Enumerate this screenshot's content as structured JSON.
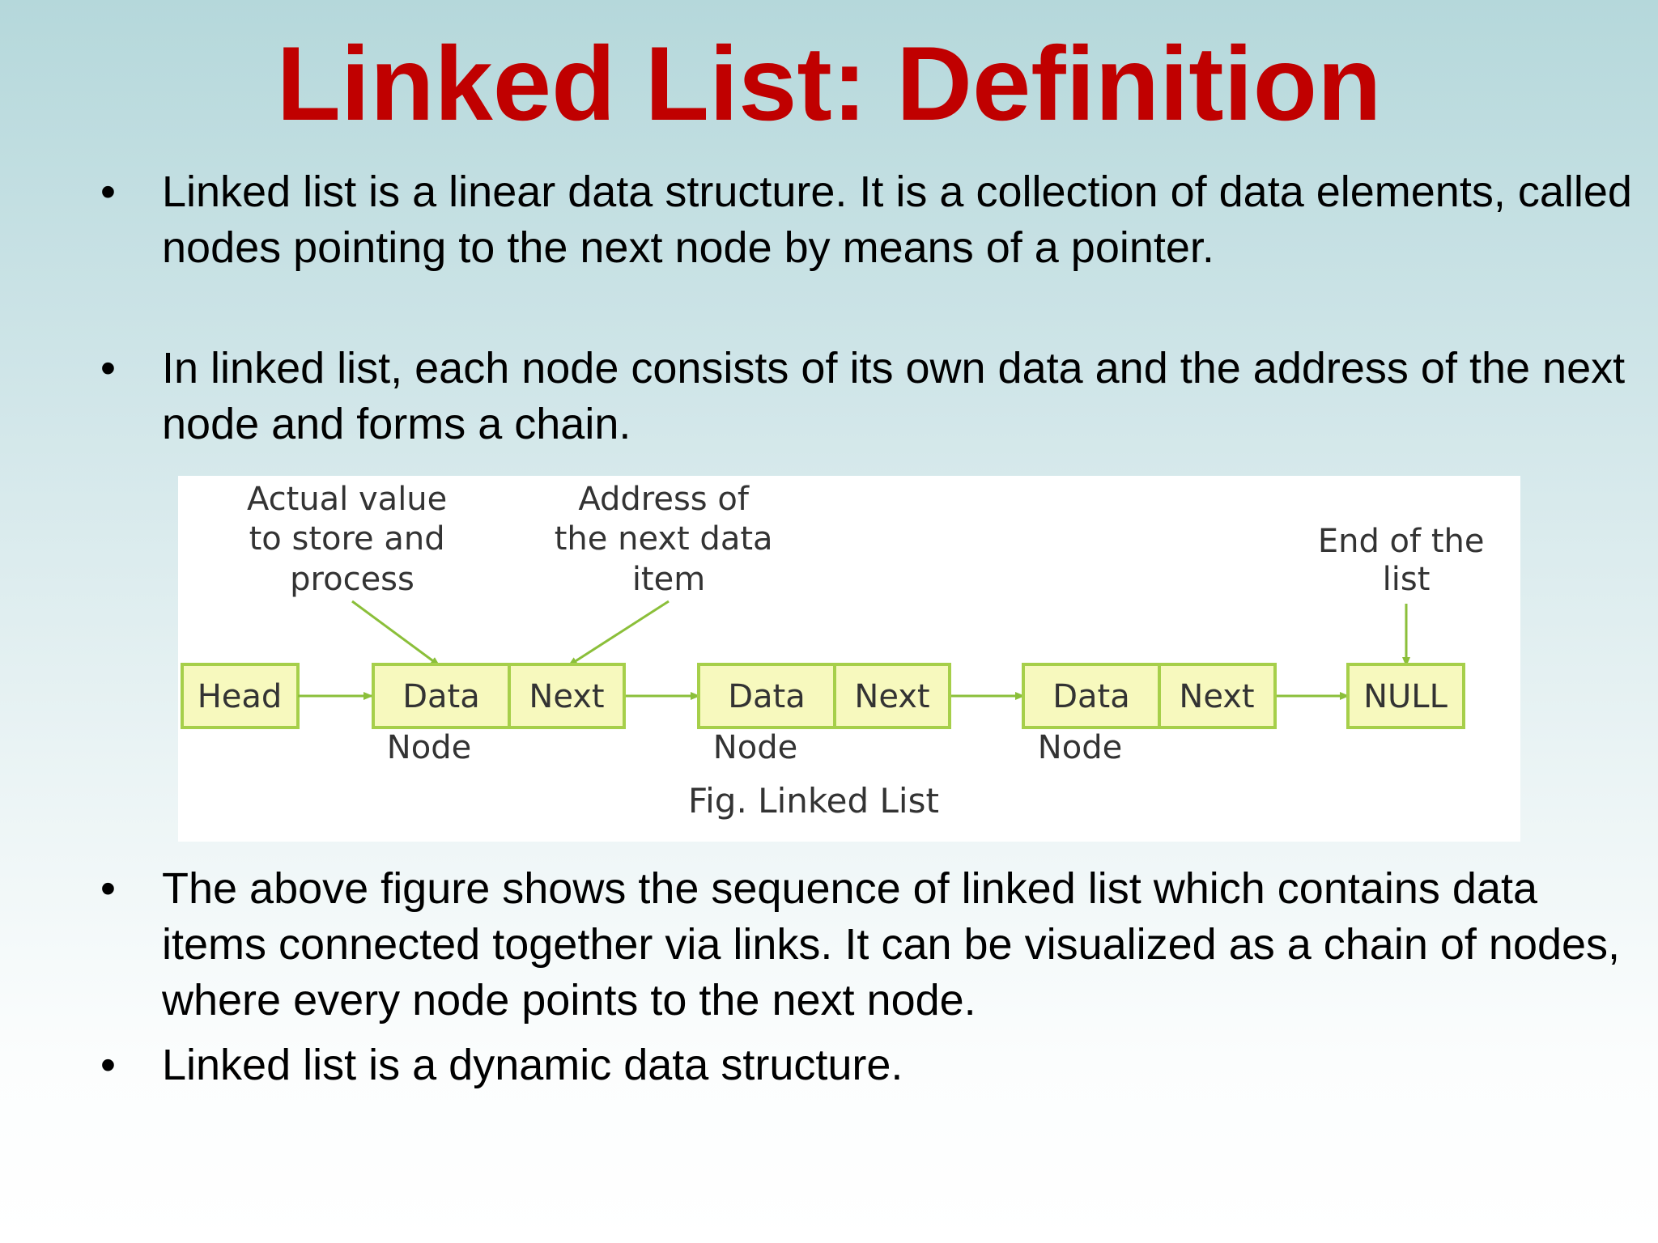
{
  "slide": {
    "title": "Linked List: Definition",
    "bullet_symbol": "•",
    "bullets": [
      "Linked list is a linear data structure. It is a collection of data elements, called nodes pointing to the next node by means of a pointer.",
      "In linked list, each node consists of its own data and the address of the next node and forms a chain.",
      "The above figure shows the sequence of linked list which contains data items connected together via links. It can be visualized as a chain of nodes, where every node points to the next node.",
      "Linked list is a dynamic data structure."
    ]
  },
  "figure": {
    "annotations": {
      "data": [
        "Actual value",
        "to store and",
        "process"
      ],
      "next": [
        "Address of",
        "the next data",
        "item"
      ],
      "end": [
        "End of the",
        "list"
      ]
    },
    "head": "Head",
    "nodes": [
      {
        "data": "Data",
        "next": "Next",
        "label": "Node"
      },
      {
        "data": "Data",
        "next": "Next",
        "label": "Node"
      },
      {
        "data": "Data",
        "next": "Next",
        "label": "Node"
      }
    ],
    "null": "NULL",
    "caption": "Fig. Linked List",
    "colors": {
      "box_fill": "#f7f9be",
      "box_stroke": "#a6cf4a",
      "arrow": "#8bbf3a"
    }
  }
}
